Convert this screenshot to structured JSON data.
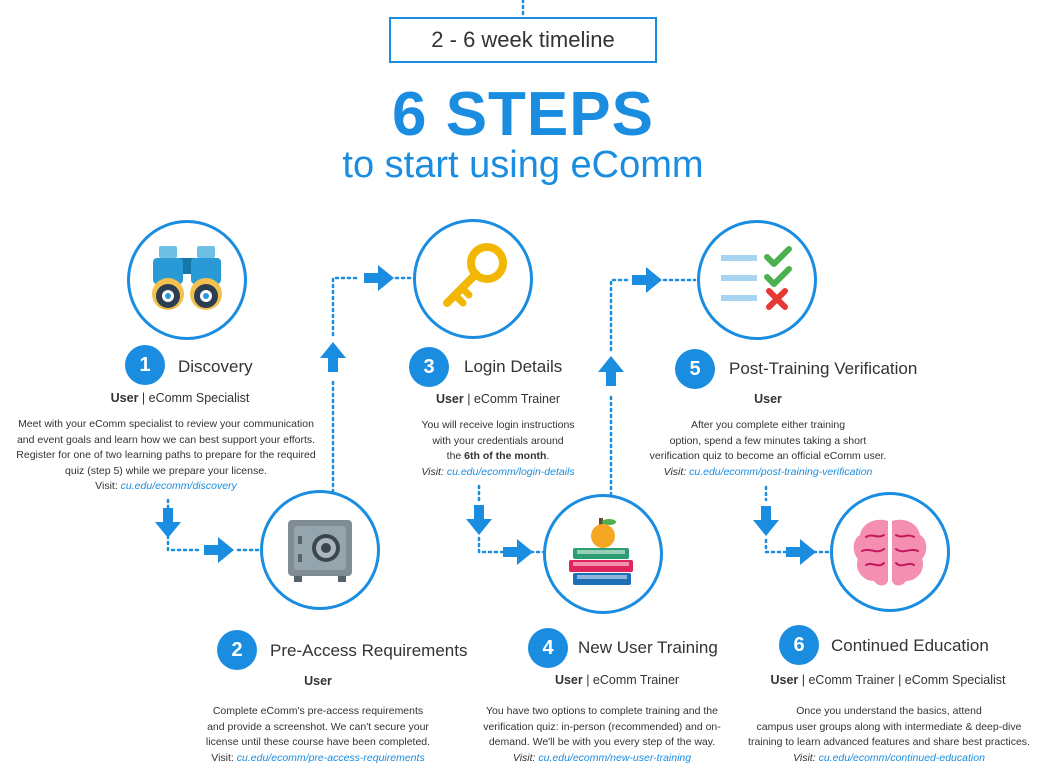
{
  "header": {
    "timeline": "2 - 6 week timeline",
    "title": "6 STEPS",
    "subtitle": "to start using eComm"
  },
  "colors": {
    "accent": "#1a8de0",
    "text": "#333333"
  },
  "steps": [
    {
      "number": "1",
      "title": "Discovery",
      "icon": "binoculars-icon",
      "role_bold": "User",
      "role_rest": " | eComm Specialist",
      "desc_lines": [
        "Meet with your eComm  specialist to review your communication",
        "and event goals and learn how we can best support your efforts.",
        "Register for one of two learning paths to prepare for the required",
        "quiz (step 5) while we prepare your license."
      ],
      "visit_label": "Visit:",
      "link": "cu.edu/ecomm/discovery"
    },
    {
      "number": "2",
      "title": "Pre-Access Requirements",
      "icon": "safe-icon",
      "role_bold": "User",
      "role_rest": "",
      "desc_lines": [
        "Complete eComm's pre-access requirements",
        "and provide a screenshot. We can't secure your",
        "license until these course have been completed."
      ],
      "visit_label": "Visit:",
      "link": "cu.edu/ecomm/pre-access-requirements"
    },
    {
      "number": "3",
      "title": "Login Details",
      "icon": "key-icon",
      "role_bold": "User",
      "role_rest": " | eComm Trainer",
      "desc_lines": [
        "You will receive login instructions",
        "with your credentials around"
      ],
      "desc_bold_prefix": "the ",
      "desc_bold": "6th of the month",
      "desc_bold_suffix": ".",
      "visit_label": "Visit:",
      "link": "cu.edu/ecomm/login-details"
    },
    {
      "number": "4",
      "title": "New User Training",
      "icon": "books-apple-icon",
      "role_bold": "User",
      "role_rest": " | eComm Trainer",
      "desc_lines": [
        "You have two options to complete training and the",
        "verification quiz: in-person (recommended) and on-",
        "demand. We'll be with you every step of the way."
      ],
      "visit_label": "Visit:",
      "link": "cu.edu/ecomm/new-user-training"
    },
    {
      "number": "5",
      "title": "Post-Training Verification",
      "icon": "checklist-icon",
      "role_bold": "User",
      "role_rest": "",
      "desc_lines": [
        "After you complete either training",
        "option, spend a few minutes taking a short",
        "verification quiz to become an official eComm user."
      ],
      "visit_label": "Visit:",
      "link": "cu.edu/ecomm/post-training-verification"
    },
    {
      "number": "6",
      "title": "Continued Education",
      "icon": "brain-icon",
      "role_bold": "User",
      "role_rest": " | eComm Trainer | eComm Specialist",
      "desc_lines": [
        "Once you understand the basics, attend",
        "campus user groups along with intermediate & deep-dive",
        "training to learn advanced features and share best practices."
      ],
      "visit_label": "Visit:",
      "link": "cu.edu/ecomm/continued-education"
    }
  ]
}
